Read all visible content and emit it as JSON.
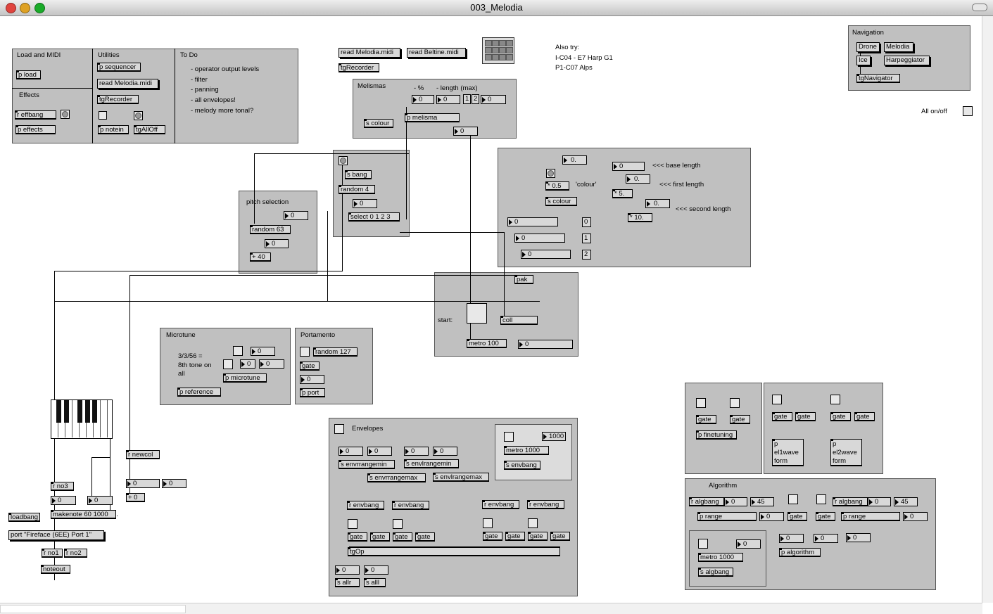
{
  "window": {
    "title": "003_Melodia"
  },
  "colors": {
    "panel": "#c0c0c0",
    "object": "#d8d8d8",
    "close": "#e0443e",
    "minimize": "#dea123",
    "zoom": "#1aab29"
  },
  "icons": {
    "close": "close-icon",
    "minimize": "minimize-icon",
    "zoom": "zoom-icon",
    "grid": "grid-icon",
    "keyboard": "keyboard-icon"
  },
  "load_midi": {
    "title": "Load and MIDI",
    "p_load": "p load",
    "effects_title": "Effects",
    "r_effbang": "r effbang",
    "p_effects": "p effects"
  },
  "utilities": {
    "title": "Utilities",
    "p_sequencer": "p sequencer",
    "read_melodia": "read Melodia.midi",
    "tgrecorder": "tgRecorder",
    "p_notein": "p notein",
    "tgalloff": "tgAllOff"
  },
  "todo": {
    "title": "To Do",
    "items": [
      "- operator output levels",
      "- filter",
      "- panning",
      "- all envelopes!",
      "- melody more tonal?"
    ]
  },
  "top": {
    "read_melodia": "read Melodia.midi",
    "read_beltine": "read Beltine.midi",
    "tgrecorder": "tgRecorder",
    "also_try": "Also try:",
    "also1": "I-C04 - E7 Harp G1",
    "also2": "P1-C07 Alps"
  },
  "navigation": {
    "title": "Navigation",
    "drone": "Drone",
    "melodia": "Melodia",
    "ice": "Ice",
    "harpeggiator": "Harpeggiator",
    "tgnavigator": "tgNavigator",
    "all_onoff": "All on/off"
  },
  "melismas": {
    "title": "Melismas",
    "pct": "- %",
    "length": "- length (max)",
    "n1": "0",
    "n2": "0",
    "b1": "1",
    "b2": "2",
    "n3": "0",
    "s_colour": "s colour",
    "p_melisma": "p melisma",
    "out": "0"
  },
  "rand": {
    "s_bang": "s bang",
    "random4": "random 4",
    "n": "0",
    "select": "select 0 1 2 3"
  },
  "pitch": {
    "title": "pitch selection",
    "n1": "0",
    "random63": "random 63",
    "n2": "0",
    "plus40": "+ 40"
  },
  "colour": {
    "n_top": "0.",
    "mul05": "* 0.5",
    "colour_lbl": "'colour'",
    "s_colour": "s colour",
    "base_n": "0",
    "base_lbl": "<<< base length",
    "first_n": "0.",
    "first_lbl": "<<< first length",
    "mul5": "* 5.",
    "second_n": "0.",
    "second_lbl": "<<< second length",
    "mul10": "* 10.",
    "r0": "0",
    "r1": "0",
    "r2": "0",
    "m0": "0",
    "m1": "1",
    "m2": "2"
  },
  "start": {
    "label": "start:",
    "pak": "pak",
    "coll": "coll",
    "metro": "metro 100",
    "n": "0"
  },
  "microtune": {
    "title": "Microtune",
    "note1": "3/3/56 =",
    "note2": "8th tone on",
    "note3": "all",
    "n1": "0",
    "n2": "0",
    "n3": "0",
    "p_microtune": "p microtune",
    "p_reference": "p reference"
  },
  "portamento": {
    "title": "Portamento",
    "random127": "random 127",
    "gate": "gate",
    "n": "0",
    "p_port": "p port"
  },
  "left": {
    "r_newcol": "r newcol",
    "r_no3": "r no3",
    "n1": "0",
    "n2": "0",
    "makenote": "makenote 60 1000",
    "loadbang": "loadbang",
    "port": "port \"Fireface (6EE) Port 1\"",
    "r_no1": "r no1",
    "r_no2": "r no2",
    "noteout": "noteout",
    "n3": "0",
    "n4": "0",
    "plus0": "+ 0"
  },
  "envelopes": {
    "title": "Envelopes",
    "n1": "0",
    "n2": "0",
    "n3": "0",
    "n4": "0",
    "s_envrrangemin": "s envrrangemin",
    "s_envlrangemin": "s envlrangemin",
    "s_envrrangemax": "s envrrangemax",
    "s_envlrangemax": "s envlrangemax",
    "metro": "metro 1000",
    "metro_n": "1000",
    "s_envbang": "s envbang",
    "r_envbang": "r envbang",
    "gate": "gate",
    "tgop": "tgOp",
    "na": "0",
    "nb": "0",
    "s_allr": "s allr",
    "s_alll": "s alll"
  },
  "finetune": {
    "gate": "gate",
    "p_finetuning": "p finetuning"
  },
  "wave": {
    "gate": "gate",
    "el1": "p el1wave form",
    "el2": "p el2wave form"
  },
  "algorithm": {
    "title": "Algorithm",
    "r_algbang": "r algbang",
    "n0": "0",
    "n45": "45",
    "p_range": "p range",
    "nout": "0",
    "gate": "gate",
    "metro": "metro 1000",
    "mn": "0",
    "s_algbang": "s algbang",
    "g1": "0",
    "g2": "0",
    "g3": "0",
    "p_algorithm": "p algorithm"
  }
}
